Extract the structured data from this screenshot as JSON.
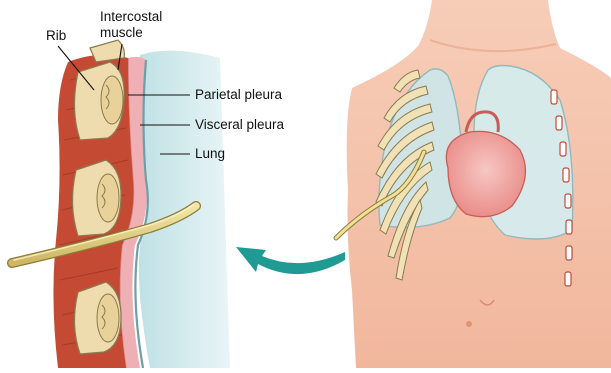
{
  "labels": {
    "rib": "Rib",
    "intercostal_line1": "Intercostal",
    "intercostal_line2": "muscle",
    "parietal_pleura": "Parietal pleura",
    "visceral_pleura": "Visceral pleura",
    "lung": "Lung"
  },
  "colors": {
    "skin": "#f6c6b0",
    "skin_shadow": "#eaa88d",
    "lung_fill": "#cfe8ea",
    "lung_detail": "#bfe0e4",
    "parietal_pleura": "#e9a3a8",
    "visceral_line": "#6f9ea6",
    "muscle": "#c2452e",
    "rib_bone": "#efdcae",
    "heart": "#ef9a98",
    "tube": "#e8d98b",
    "arrow": "#1f9b93"
  },
  "icons": {
    "arrow": "curved-arrow-icon"
  }
}
